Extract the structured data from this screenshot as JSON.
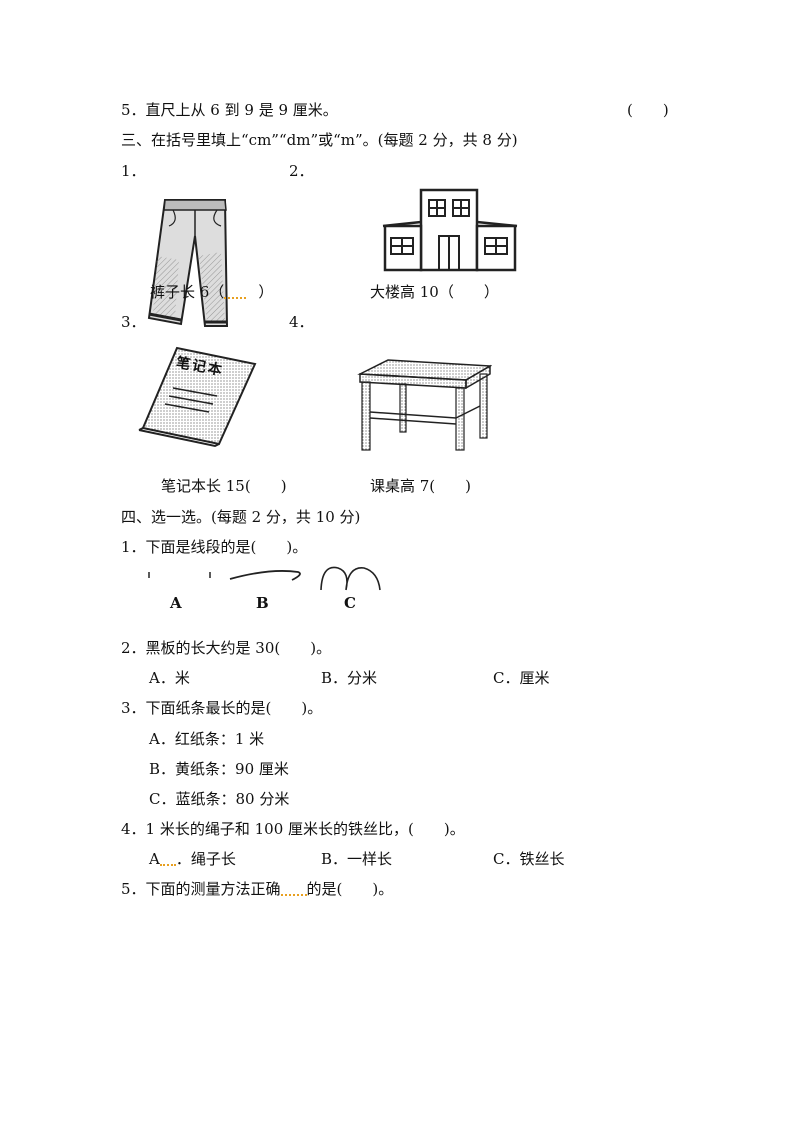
{
  "lines": {
    "q2_5": "5．直尺上从 6 到 9 是 9 厘米。",
    "q2_5_paren": "(　　)",
    "sec3_title": "三、在括号里填上“cm”“dm”或“m”。(每题 2 分，共 8 分)",
    "n1": "1．",
    "n2": "2．",
    "n3": "3．",
    "n4": "4．",
    "cap1": "裤子长 6（",
    "cap1_end": "）",
    "cap2": "大楼高 10（　　）",
    "cap3": "笔记本长 15(　　)",
    "cap4": "课桌高 7(　　)",
    "notebook_label": "笔记本",
    "sec4_title": "四、选一选。(每题 2 分，共 10 分)",
    "q4_1": "1．下面是线段的是(　　)。",
    "q4_1_A": "A",
    "q4_1_B": "B",
    "q4_1_C": "C",
    "q4_2": "2．黑板的长大约是 30(　　)。",
    "q4_2_A": "A．米",
    "q4_2_B": "B．分米",
    "q4_2_C": "C．厘米",
    "q4_3": "3．下面纸条最长的是(　　)。",
    "q4_3_A": "A．红纸条：1 米",
    "q4_3_B": "B．黄纸条：90 厘米",
    "q4_3_C": "C．蓝纸条：80 分米",
    "q4_4": "4．1 米长的绳子和 100 厘米长的铁丝比，(　　)。",
    "q4_4_A_pre": "A",
    "q4_4_A_post": "．绳子长",
    "q4_4_B": "B．一样长",
    "q4_4_C": "C．铁丝长",
    "q4_5_pre": "5．下面的测量方法正确",
    "q4_5_post": "的是(　　)。"
  }
}
